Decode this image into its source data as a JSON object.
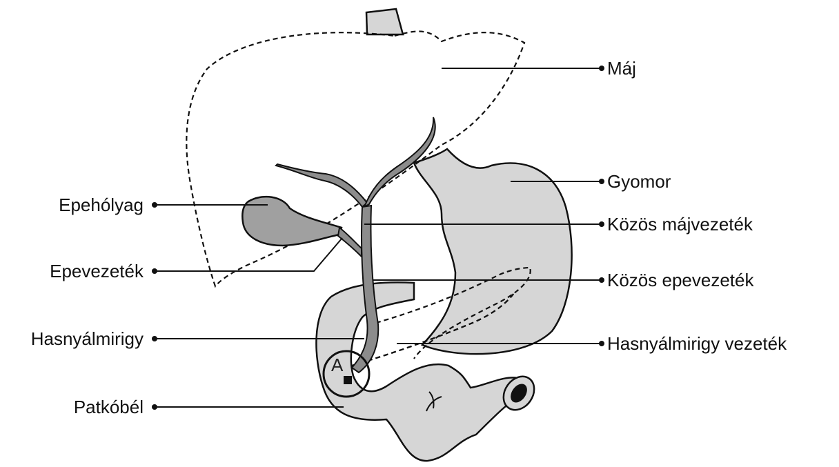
{
  "labels": {
    "liver": "Máj",
    "stomach": "Gyomor",
    "common_hepatic_duct": "Közös májvezeték",
    "common_bile_duct": "Közös epevezeték",
    "pancreatic_duct": "Hasnyálmirigy vezeték",
    "gallbladder": "Epehólyag",
    "cystic_duct": "Epevezeték",
    "pancreas": "Hasnyálmirigy",
    "duodenum": "Patkóbél",
    "callout": "A"
  },
  "colors": {
    "organ_fill": "#d6d6d6",
    "gallbladder_fill": "#a0a0a0",
    "duct_fill": "#8c8c8c",
    "outline": "#111111"
  }
}
